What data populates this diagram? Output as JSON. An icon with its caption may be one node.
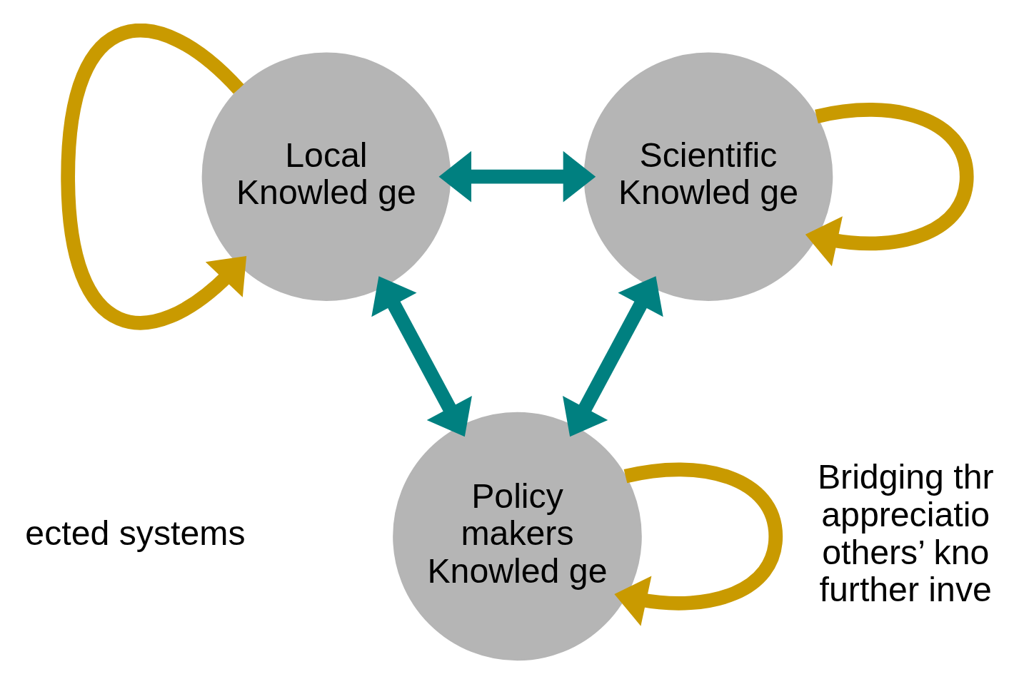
{
  "diagram": {
    "nodes": [
      {
        "text": [
          "Local Knowled ge"
        ]
      },
      {
        "text": [
          "Scientific Knowled ge"
        ]
      },
      {
        "text": [
          "Policy makers Knowled ge"
        ]
      }
    ],
    "edges": [
      {
        "from": 0,
        "to": 1,
        "arrow": "both",
        "color": "#008080"
      },
      {
        "from": 0,
        "to": 2,
        "arrow": "both",
        "color": "#008080"
      },
      {
        "from": 1,
        "to": 2,
        "arrow": "both",
        "color": "#008080"
      },
      {
        "from": 0,
        "to": 0,
        "arrow": "to",
        "color": "#c99a00"
      },
      {
        "from": 1,
        "to": 1,
        "arrow": "to",
        "color": "#c99a00"
      },
      {
        "from": 2,
        "to": 2,
        "arrow": "to",
        "color": "#c99a00"
      }
    ],
    "labels": [
      "ected systems",
      "Bridging thr appreciatio others’ kno further inve"
    ]
  }
}
